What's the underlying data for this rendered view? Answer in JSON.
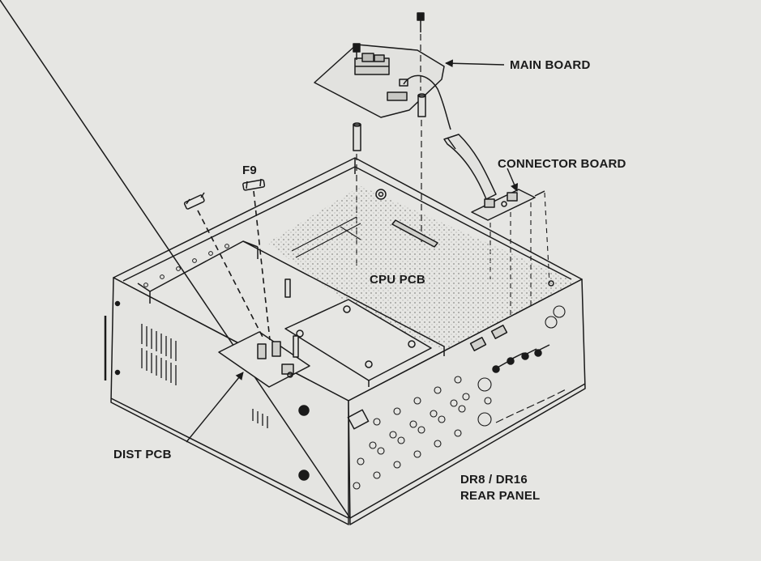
{
  "labels": {
    "main_board": "MAIN BOARD",
    "connector_board": "CONNECTOR BOARD",
    "fuse": "F9",
    "cpu_pcb": "CPU PCB",
    "dist_pcb": "DIST PCB",
    "rear_panel_model": "DR8 / DR16",
    "rear_panel": "REAR PANEL"
  },
  "colors": {
    "paper": "#e6e6e3",
    "ink": "#1a1a1a",
    "shade": "#9a9a96"
  }
}
